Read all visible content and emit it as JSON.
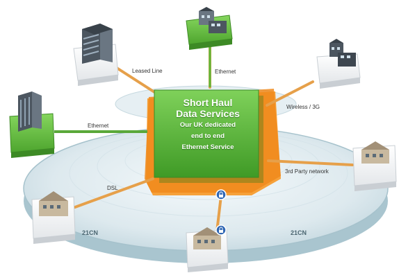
{
  "center": {
    "title_line1": "Short Haul",
    "title_line2": "Data Services",
    "sub_line1": "Our UK dedicated",
    "sub_line2": "end to end",
    "sub_line3": "Ethernet Service"
  },
  "links": {
    "leased_line": "Leased Line",
    "ethernet_top": "Ethernet",
    "ethernet_left": "Ethernet",
    "wireless": "Wireless / 3G",
    "third_party": "3rd Party network",
    "dsl": "DSL"
  },
  "network_labels": {
    "left": "21CN",
    "right": "21CN"
  },
  "colors": {
    "green": "#5cb83a",
    "green_dark": "#3f8f25",
    "orange": "#f08a1c",
    "link": "#e6a04a",
    "ring": "#b9d3dc"
  },
  "icons": [
    "office-tower-icon",
    "office-campus-icon",
    "warehouse-icon",
    "lock-icon"
  ]
}
